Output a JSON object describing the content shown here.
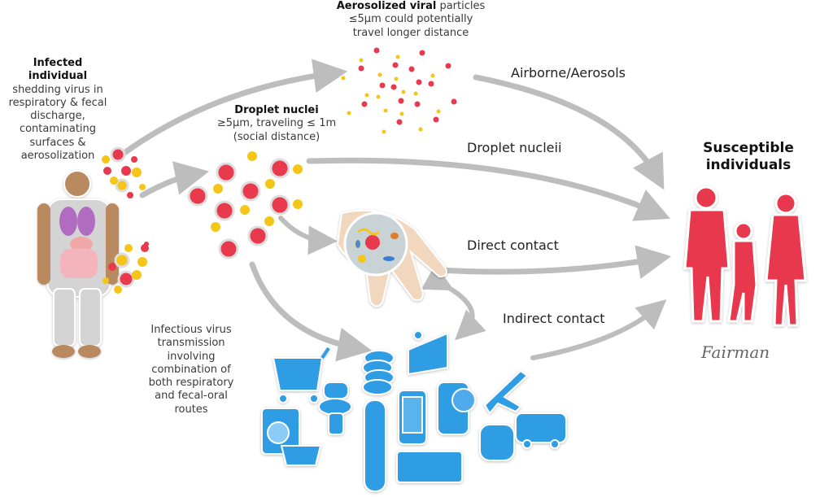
{
  "source": {
    "title": "Infected individual",
    "title_line1": "Infected",
    "title_line2": "individual",
    "desc_lines": [
      "shedding virus in",
      "respiratory & fecal",
      "discharge,",
      "contaminating",
      "surfaces &",
      "aerosolization"
    ]
  },
  "aerosol": {
    "bold": "Aerosolized viral",
    "rest": " particles",
    "line2": "≤5µm could potentially",
    "line3": "travel longer distance"
  },
  "droplet": {
    "title": "Droplet nuclei",
    "line2": "≥5µm, traveling ≤ 1m",
    "line3": "(social distance)"
  },
  "routes": [
    {
      "label": "Airborne/Aerosols"
    },
    {
      "label": "Droplet nucleii"
    },
    {
      "label": "Direct contact"
    },
    {
      "label": "Indirect contact"
    }
  ],
  "target": {
    "line1": "Susceptible",
    "line2": "individuals",
    "signature": "Fairman"
  },
  "combined_note": [
    "Infectious virus",
    "transmission",
    "involving",
    "combination of",
    "both respiratory",
    "and fecal-oral",
    "routes"
  ],
  "fomites": [
    "shopping-cart",
    "coins",
    "escalator",
    "toilet",
    "washing-machine",
    "laundry-basket",
    "tv-remote",
    "smartphone",
    "door-knob",
    "airplane",
    "train",
    "bus",
    "keyboard"
  ],
  "colors": {
    "virus_red": "#e8394d",
    "virus_yellow": "#f5c518",
    "person_red": "#e8394d",
    "fomite_blue": "#2f9de4",
    "arrow_gray": "#bdbdbd",
    "body_gray": "#cfcfcf",
    "skin": "#b98a5e"
  }
}
